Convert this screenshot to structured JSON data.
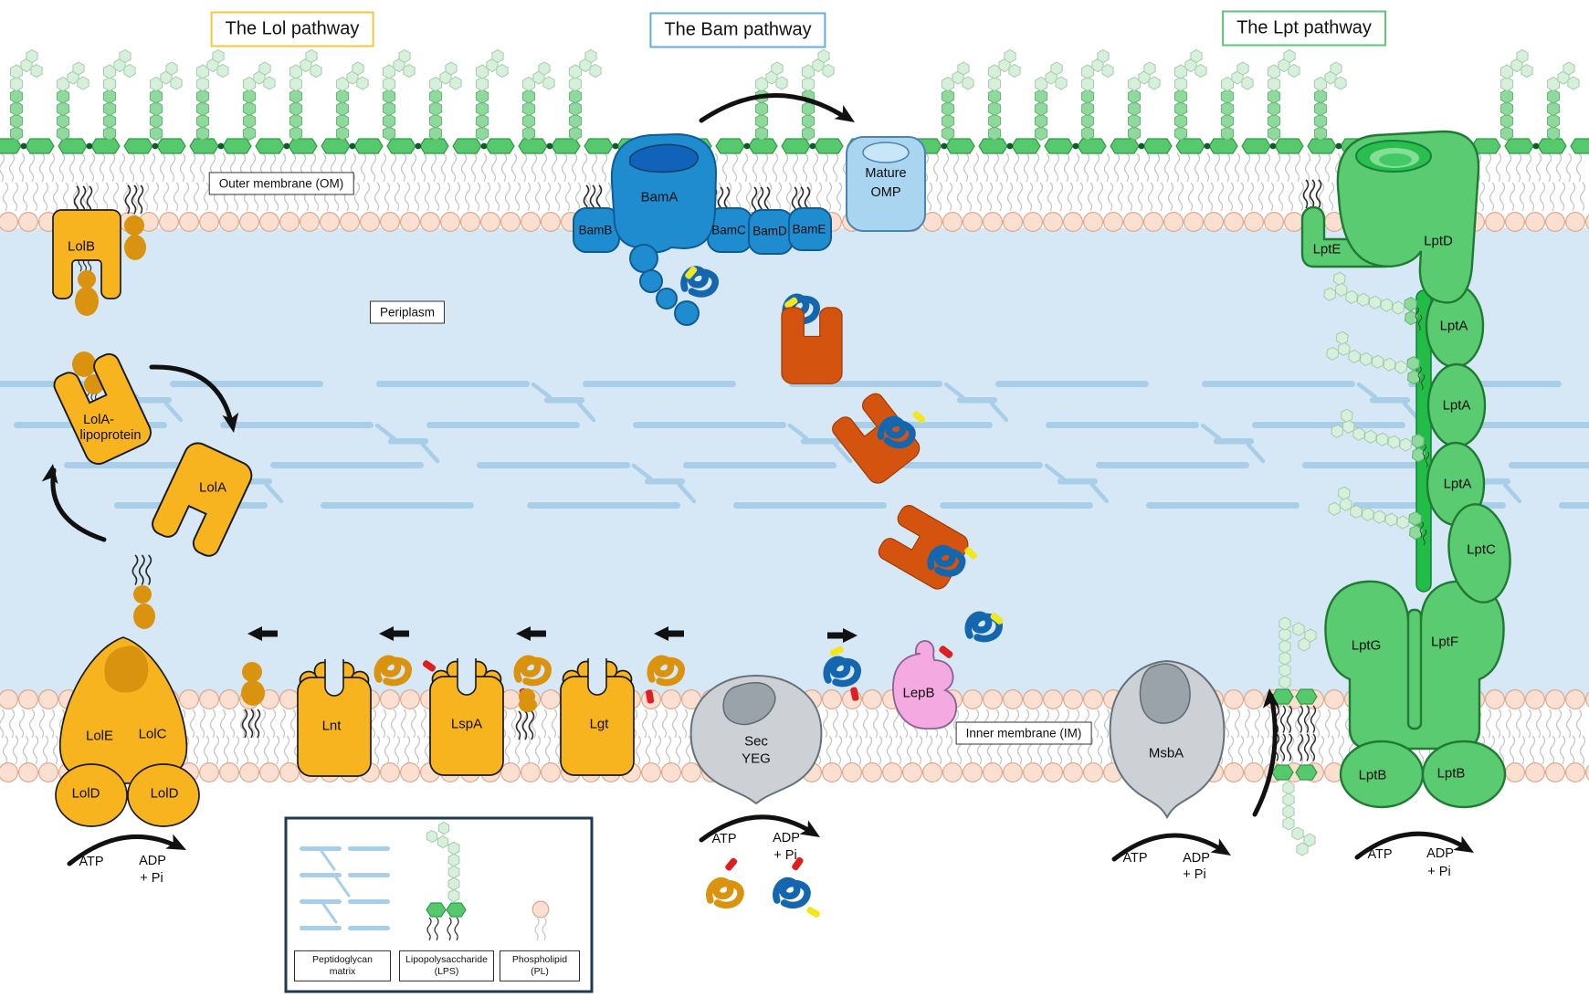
{
  "titles": {
    "lol": "The Lol pathway",
    "bam": "The Bam pathway",
    "lpt": "The Lpt pathway"
  },
  "compartments": {
    "outer_membrane": "Outer membrane (OM)",
    "periplasm": "Periplasm",
    "inner_membrane": "Inner membrane (IM)"
  },
  "lol": {
    "lolB": "LolB",
    "lolA_lipo_1": "LolA-",
    "lolA_lipo_2": "lipoprotein",
    "lolA": "LolA",
    "lolE": "LolE",
    "lolC": "LolC",
    "lolD": "LolD",
    "lnt": "Lnt",
    "lspA": "LspA",
    "lgt": "Lgt"
  },
  "bam": {
    "bamA": "BamA",
    "bamB": "BamB",
    "bamC": "BamC",
    "bamD": "BamD",
    "bamE": "BamE",
    "mature_omp_1": "Mature",
    "mature_omp_2": "OMP"
  },
  "sec": {
    "line1": "Sec",
    "line2": "YEG"
  },
  "lepB": "LepB",
  "msbA": "MsbA",
  "lpt": {
    "lptE": "LptE",
    "lptD": "LptD",
    "lptA": "LptA",
    "lptC": "LptC",
    "lptG": "LptG",
    "lptF": "LptF",
    "lptB": "LptB"
  },
  "energy": {
    "atp": "ATP",
    "adp": "ADP",
    "pi": "+ Pi"
  },
  "legend": {
    "peptidoglycan_1": "Peptidoglycan",
    "peptidoglycan_2": "matrix",
    "lps_1": "Lipopolysaccharide",
    "lps_2": "(LPS)",
    "pl_1": "Phospholipid",
    "pl_2": "(PL)"
  },
  "colors": {
    "periplasm": "#D6E8F6",
    "peptidoglycan": "#A9CEE8",
    "lps_block": "#55C96C",
    "lps_block_stroke": "#2F9B49",
    "lps_block_dot": "#14572B",
    "lps_core_sugar": "#8FD99C",
    "lps_core_stroke": "#63B476",
    "lps_oantigen_sugar": "#D7F0DC",
    "lps_oantigen_stroke": "#A3CBAA",
    "phospholipid_head": "#FBE0D2",
    "phospholipid_stroke": "#DCA98F",
    "lipid_tail": "#C6C6C6",
    "anchor_tail": "#2B2B2B",
    "lol_orange": "#F7B41E",
    "lipoprotein_orange": "#D9930F",
    "bam_blue": "#1E8CCF",
    "mature_omp_blue": "#A9D5F1",
    "chaperone_red": "#D4540F",
    "unfolded_omp_blue": "#1467AE",
    "signal_peptide_red": "#DE1F1F",
    "signal_peptide_yellow": "#F2E71F",
    "lepb_pink": "#F4AAE1",
    "translocon_gray": "#CDD1D5",
    "lpt_green": "#5BCB72",
    "lpt_green_dark": "#21BD46",
    "title_border_lol": "#F5C63F",
    "title_border_bam": "#64AEDD",
    "title_border_lpt": "#63C17C"
  }
}
